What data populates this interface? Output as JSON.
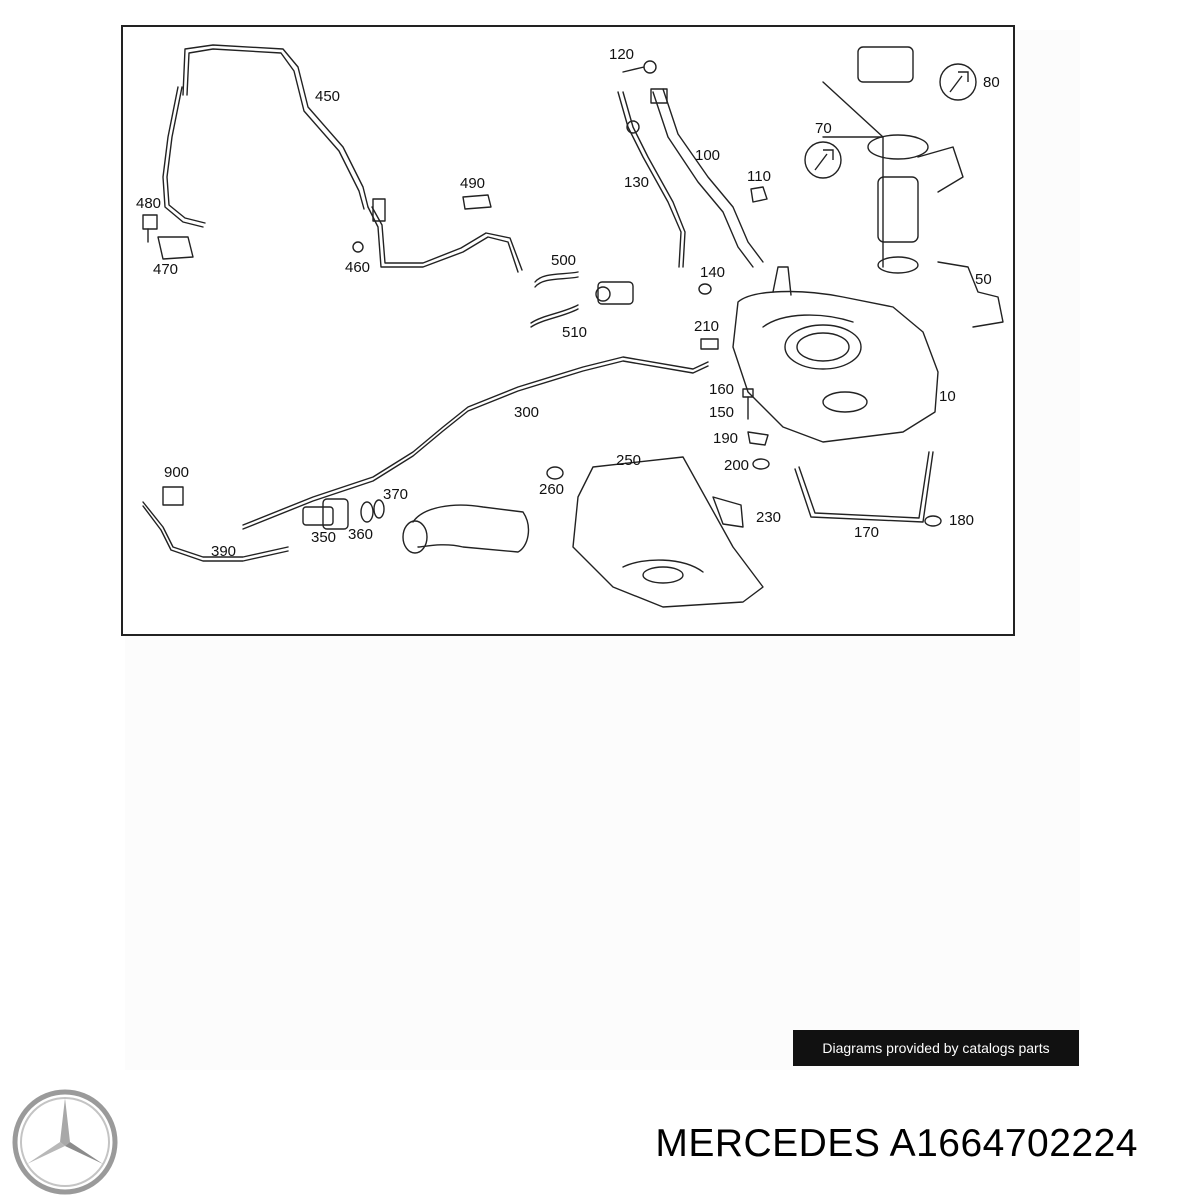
{
  "diagram": {
    "callouts": [
      {
        "id": "c120",
        "text": "120"
      },
      {
        "id": "c80",
        "text": "80"
      },
      {
        "id": "c450",
        "text": "450"
      },
      {
        "id": "c70",
        "text": "70"
      },
      {
        "id": "c100",
        "text": "100"
      },
      {
        "id": "c110",
        "text": "110"
      },
      {
        "id": "c130",
        "text": "130"
      },
      {
        "id": "c490",
        "text": "490"
      },
      {
        "id": "c480",
        "text": "480"
      },
      {
        "id": "c460",
        "text": "460"
      },
      {
        "id": "c470",
        "text": "470"
      },
      {
        "id": "c500",
        "text": "500"
      },
      {
        "id": "c140",
        "text": "140"
      },
      {
        "id": "c50",
        "text": "50"
      },
      {
        "id": "c510",
        "text": "510"
      },
      {
        "id": "c210",
        "text": "210"
      },
      {
        "id": "c160",
        "text": "160"
      },
      {
        "id": "c10",
        "text": "10"
      },
      {
        "id": "c150",
        "text": "150"
      },
      {
        "id": "c300",
        "text": "300"
      },
      {
        "id": "c190",
        "text": "190"
      },
      {
        "id": "c200",
        "text": "200"
      },
      {
        "id": "c250",
        "text": "250"
      },
      {
        "id": "c900",
        "text": "900"
      },
      {
        "id": "c260",
        "text": "260"
      },
      {
        "id": "c370",
        "text": "370"
      },
      {
        "id": "c230",
        "text": "230"
      },
      {
        "id": "c180",
        "text": "180"
      },
      {
        "id": "c170",
        "text": "170"
      },
      {
        "id": "c350",
        "text": "350"
      },
      {
        "id": "c360",
        "text": "360"
      },
      {
        "id": "c390",
        "text": "390"
      }
    ]
  },
  "attribution": "Diagrams provided by catalogs parts",
  "brand": "MERCEDES",
  "part_number": "A1664702224",
  "colors": {
    "line": "#222222",
    "badge_bg": "#111111",
    "badge_text": "#ffffff",
    "logo": "#9a9a9a"
  },
  "icons": [
    "mercedes-star-logo",
    "wrench-icon"
  ]
}
